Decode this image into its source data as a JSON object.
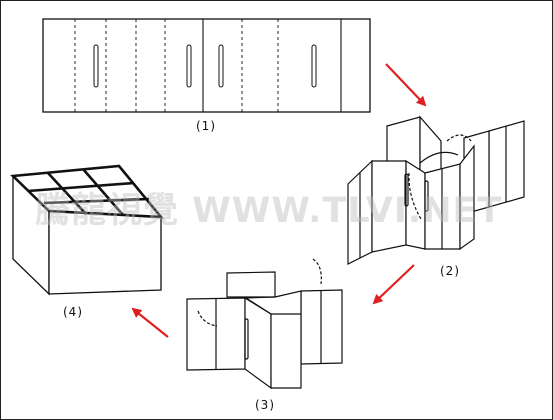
{
  "steps": [
    {
      "label": "(1)"
    },
    {
      "label": "(2)"
    },
    {
      "label": "(3)"
    },
    {
      "label": "(4)"
    }
  ],
  "watermark": "騰龍視覺 WWW.TLVI.NET",
  "colors": {
    "line": "#111111",
    "arrow": "#e02020",
    "background": "#ffffff"
  }
}
